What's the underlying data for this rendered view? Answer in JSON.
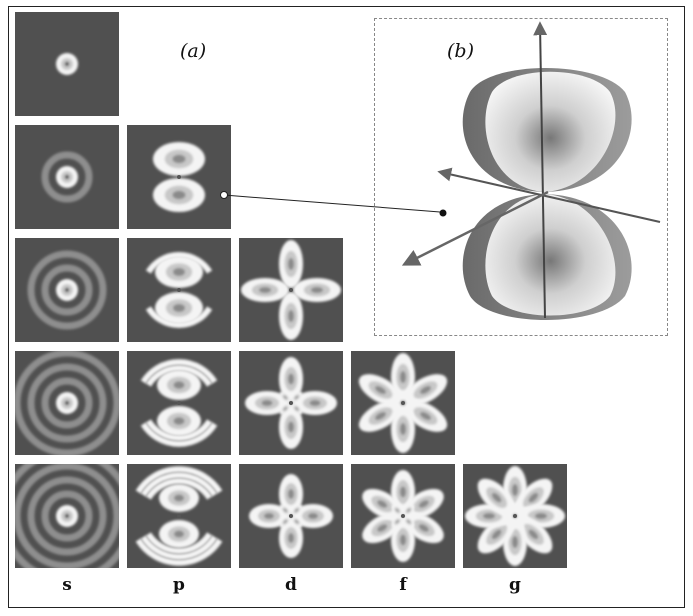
{
  "panel_a_label": "(a)",
  "panel_b_label": "(b)",
  "columns": [
    {
      "key": "s",
      "label": "s"
    },
    {
      "key": "p",
      "label": "p"
    },
    {
      "key": "d",
      "label": "d"
    },
    {
      "key": "f",
      "label": "f"
    },
    {
      "key": "g",
      "label": "g"
    }
  ],
  "rows": [
    [
      "s"
    ],
    [
      "s",
      "p"
    ],
    [
      "s",
      "p",
      "d"
    ],
    [
      "s",
      "p",
      "d",
      "f"
    ],
    [
      "s",
      "p",
      "d",
      "f",
      "g"
    ]
  ],
  "colors": {
    "tile_background": "#505050",
    "lobe_light": "#f4f4f4",
    "lobe_mid": "#c8c8c8",
    "lobe_core": "#8a8a8a",
    "axis_arrow": "#555555"
  }
}
